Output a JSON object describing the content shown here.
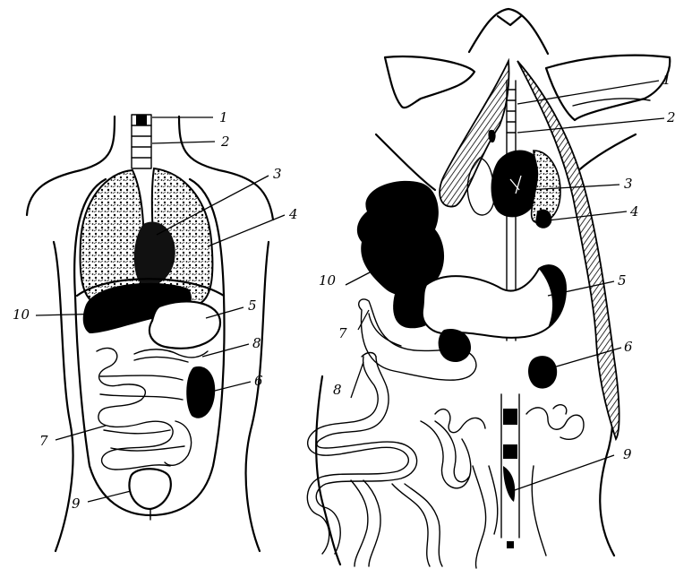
{
  "figure": {
    "colors": {
      "ink": "#000000",
      "paper": "#ffffff"
    },
    "human": {
      "labels": [
        "1",
        "2",
        "3",
        "4",
        "5",
        "6",
        "7",
        "8",
        "9",
        "10"
      ]
    },
    "animal": {
      "labels": [
        "1",
        "2",
        "3",
        "4",
        "5",
        "6",
        "7",
        "8",
        "9",
        "10"
      ]
    }
  }
}
